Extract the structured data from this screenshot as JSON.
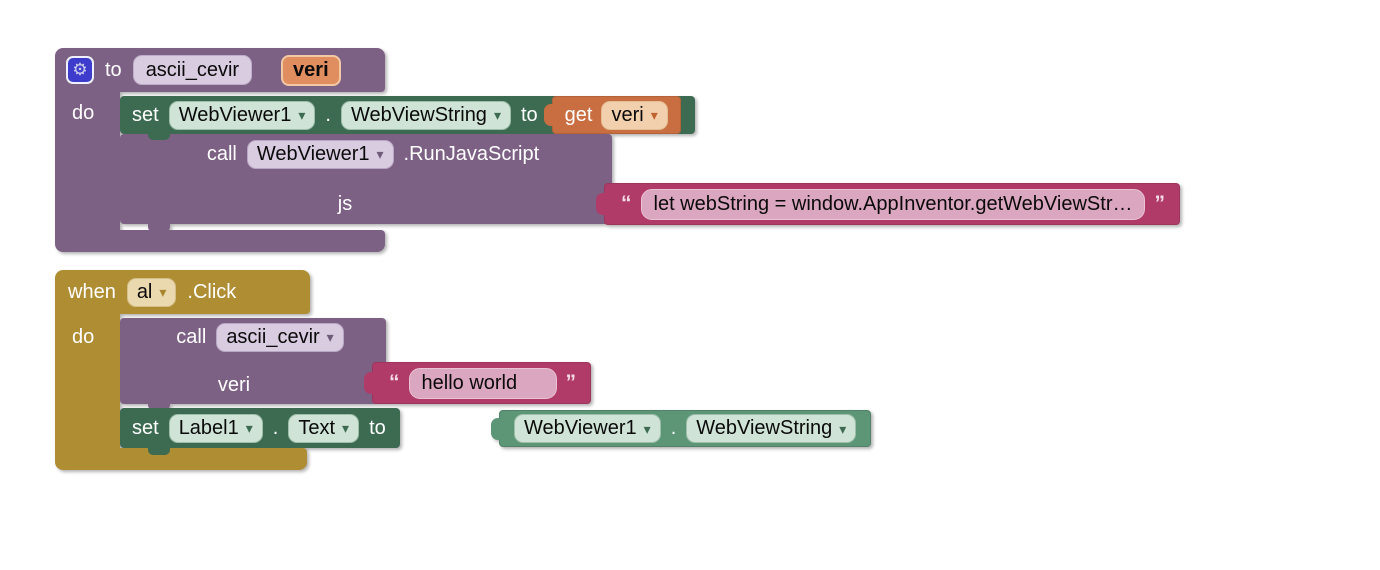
{
  "icons": {
    "gear": "⚙",
    "dropdown_arrow": "▾"
  },
  "shared": {
    "dot": "."
  },
  "colors": {
    "procedure_purple": "#7d6185",
    "setter_green": "#3d6b52",
    "getter_green": "#5d9577",
    "variable_orange": "#c96e41",
    "text_crimson": "#b13b68",
    "event_gold": "#af8d33",
    "gear_blue": "#3d3ccd",
    "canvas_background": "#ffffff"
  },
  "procedure_block": {
    "to_label": "to",
    "name": "ascii_cevir",
    "param": "veri",
    "do_label": "do",
    "set_statement": {
      "set_label": "set",
      "component": "WebViewer1",
      "property": "WebViewString",
      "to_label": "to"
    },
    "get_value": {
      "get_label": "get",
      "variable": "veri"
    },
    "call_statement": {
      "call_label": "call",
      "component": "WebViewer1",
      "method_label": ".RunJavaScript",
      "arg_label": "js"
    },
    "js_string": {
      "open_quote": "“",
      "text": "let webString = window.AppInventor.getWebViewStr…",
      "close_quote": "”"
    }
  },
  "event_block": {
    "when_label": "when",
    "component": "al",
    "event_label": ".Click",
    "do_label": "do",
    "call_statement": {
      "call_label": "call",
      "procedure": "ascii_cevir",
      "arg_label": "veri"
    },
    "arg_string": {
      "open_quote": "“",
      "text": "hello world",
      "close_quote": "”"
    },
    "set_statement": {
      "set_label": "set",
      "component": "Label1",
      "property": "Text",
      "to_label": "to"
    },
    "getter_value": {
      "component": "WebViewer1",
      "property": "WebViewString"
    }
  }
}
